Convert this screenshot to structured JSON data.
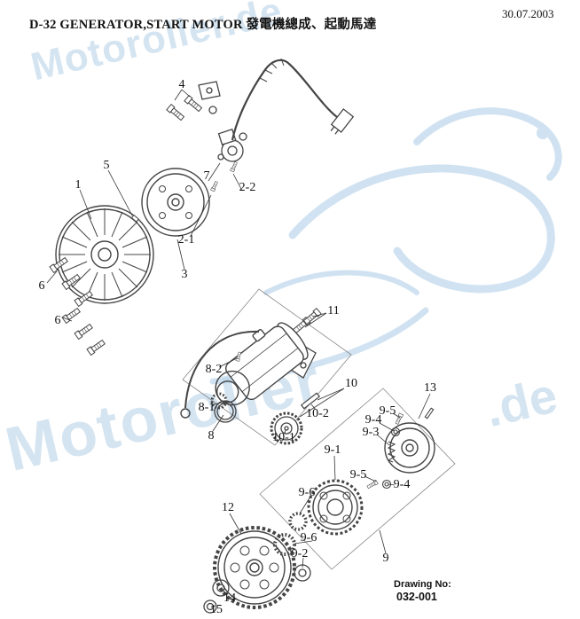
{
  "header": {
    "title": "D-32 GENERATOR,START MOTOR 發電機總成、起動馬達",
    "date": "30.07.2003"
  },
  "watermark": {
    "top": "Motoroller.de",
    "bottom": "Motoroller",
    "bottom_suffix": ".de",
    "color": "#b9d3e8"
  },
  "footer": {
    "drawing_label": "Drawing No:",
    "drawing_number": "032-001"
  },
  "parts": [
    {
      "label": "4"
    },
    {
      "label": "5"
    },
    {
      "label": "1"
    },
    {
      "label": "7"
    },
    {
      "label": "2-2"
    },
    {
      "label": "2-1"
    },
    {
      "label": "3"
    },
    {
      "label": "6"
    },
    {
      "label": "6"
    },
    {
      "label": "11"
    },
    {
      "label": "8-2"
    },
    {
      "label": "10"
    },
    {
      "label": "13"
    },
    {
      "label": "8-1"
    },
    {
      "label": "10-2"
    },
    {
      "label": "9-5"
    },
    {
      "label": "9-4"
    },
    {
      "label": "9-3"
    },
    {
      "label": "8"
    },
    {
      "label": "10-1"
    },
    {
      "label": "9-1"
    },
    {
      "label": "9-5"
    },
    {
      "label": "9-4"
    },
    {
      "label": "9-6"
    },
    {
      "label": "12"
    },
    {
      "label": "9-6"
    },
    {
      "label": "9-2"
    },
    {
      "label": "9"
    },
    {
      "label": "14"
    },
    {
      "label": "15"
    }
  ]
}
